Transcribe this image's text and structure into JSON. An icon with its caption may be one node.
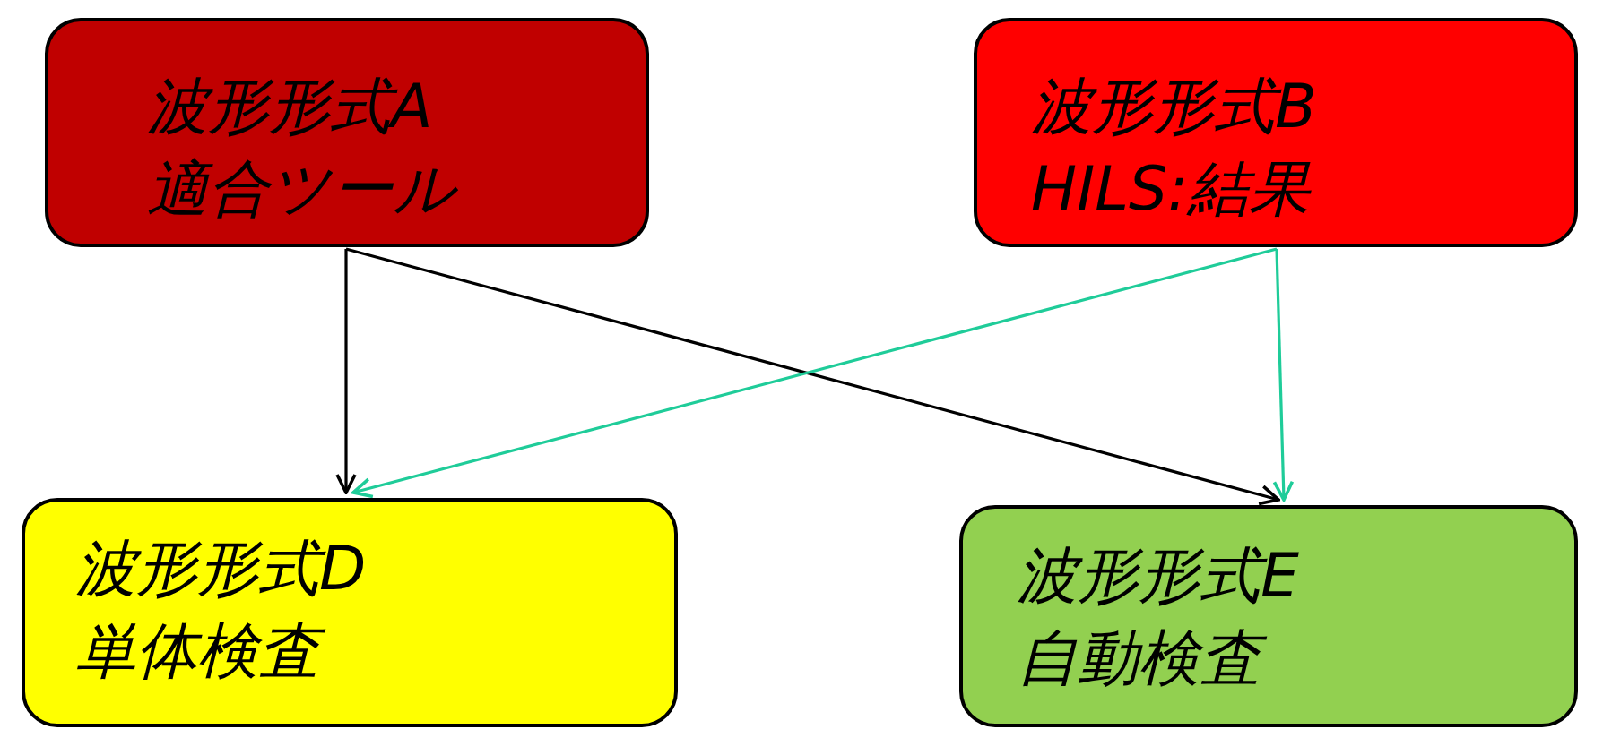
{
  "diagram": {
    "nodes": [
      {
        "text": [
          "波形形式A",
          "適合ツール"
        ]
      },
      {
        "text": [
          "波形形式B",
          "HILS:結果"
        ]
      },
      {
        "text": [
          "波形形式D",
          "単体検査"
        ]
      },
      {
        "text": [
          "波形形式E",
          "自動検査"
        ]
      }
    ],
    "edges": [
      {
        "from": 0,
        "to": 2,
        "arrow": "to"
      },
      {
        "from": 0,
        "to": 3,
        "arrow": "to"
      },
      {
        "from": 1,
        "to": 2,
        "arrow": "to",
        "color": "#1fcc99"
      },
      {
        "from": 1,
        "to": 3,
        "arrow": "to",
        "color": "#1fcc99"
      }
    ]
  }
}
